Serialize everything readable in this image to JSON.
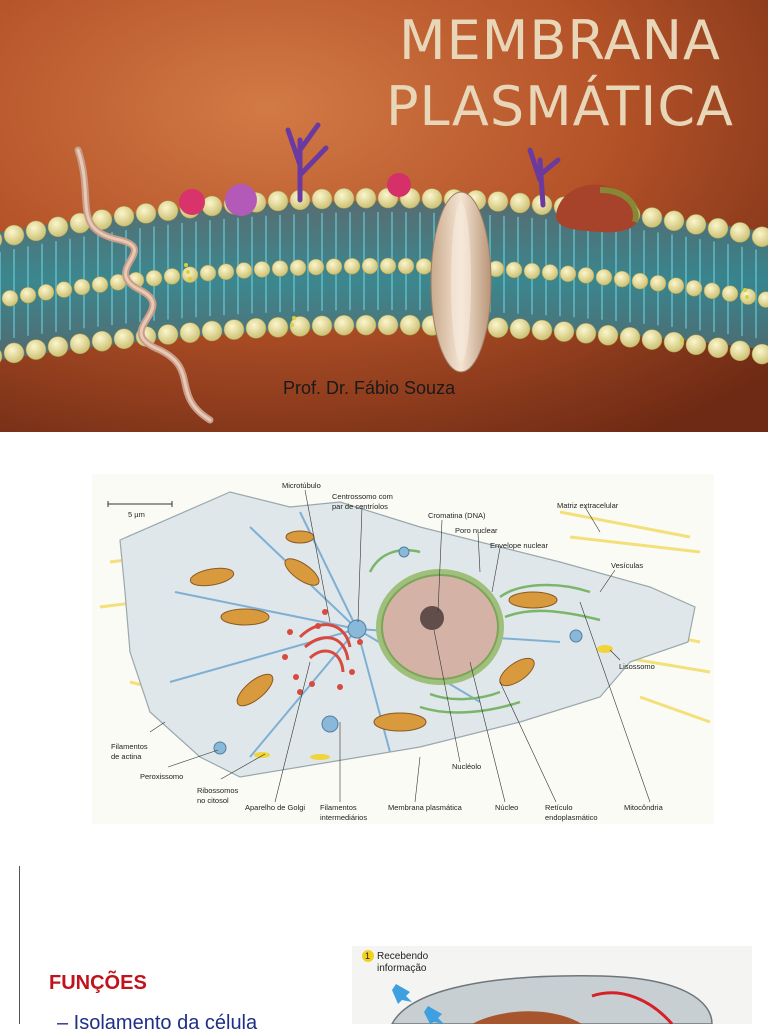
{
  "slide1": {
    "title_line1": "MEMBRANA",
    "title_line2": "PLASMÁTICA",
    "author": "Prof. Dr. Fábio Souza",
    "colors": {
      "background": "#b9572e",
      "title": "#e8d6b8",
      "lipid_head": "#e9df9a",
      "lipid_tail": "#3aa0ad"
    }
  },
  "slide2": {
    "scale_bar": "5 µm",
    "labels": {
      "microtubulo": "Microtúbulo",
      "centrossomo_1": "Centrossomo com",
      "centrossomo_2": "par de centríolos",
      "cromatina": "Cromatina (DNA)",
      "poro": "Poro nuclear",
      "envelope": "Envelope nuclear",
      "matriz": "Matriz extracelular",
      "vesiculas": "Vesículas",
      "lisossomo": "Lisossomo",
      "filamentos_actina_1": "Filamentos",
      "filamentos_actina_2": "de actina",
      "peroxissomo": "Peroxissomo",
      "ribossomos_1": "Ribossomos",
      "ribossomos_2": "no citosol",
      "golgi": "Aparelho de Golgi",
      "filamentos_int_1": "Filamentos",
      "filamentos_int_2": "intermediários",
      "nucleolo": "Nucléolo",
      "membrana": "Membrana plasmática",
      "nucleo": "Núcleo",
      "reticulo_1": "Retículo",
      "reticulo_2": "endoplasmático",
      "mitocondria": "Mitocôndria"
    }
  },
  "slide3": {
    "heading": "FUNÇÕES",
    "bullet": "– Isolamento da célula",
    "figure_step": "1",
    "figure_label_1": "Recebendo",
    "figure_label_2": "informação"
  }
}
